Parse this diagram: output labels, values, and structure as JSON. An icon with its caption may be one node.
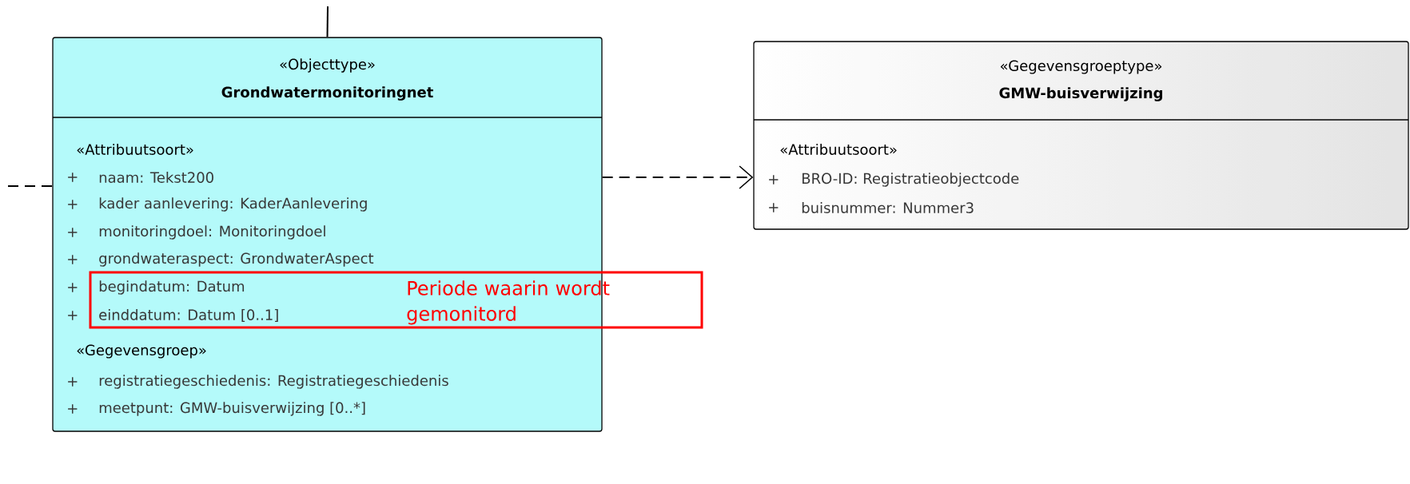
{
  "diagram": {
    "nodes": [
      {
        "text": [
          "«Objecttype»",
          "Grondwatermonitoringnet",
          "«Attribuutsoort»",
          "+",
          "naam: Tekst200",
          "+",
          "kader aanlevering: KaderAanlevering",
          "+",
          "monitoringdoel: Monitoringdoel",
          "+",
          "grondwateraspect: GrondwaterAspect",
          "+",
          "+",
          "«Gegevensgroep»",
          "+",
          "registratiegeschiedenis: Registratiegeschiedenis",
          "+",
          "meetpunt: GMW-buisverwijzing [0..*]"
        ]
      },
      {
        "text": [
          "begindatum: Datum",
          "einddatum: Datum [0..1]",
          "Periode waarin wordt gemonitord"
        ]
      },
      {
        "text": [
          "«Gegevensgroeptype»",
          "GMW-buisverwijzing",
          "«Attribuutsoort»",
          "+",
          "BRO-ID: Registratieobjectcode",
          "+",
          "buisnummer: Nummer3"
        ]
      }
    ],
    "edges": [
      {
        "from": 0,
        "to": 2,
        "arrow": "to",
        "style": "dashed"
      },
      {
        "from": null,
        "to": 0,
        "arrow": "none"
      },
      {
        "from": null,
        "to": 0,
        "arrow": "none",
        "style": "dashed"
      }
    ]
  }
}
